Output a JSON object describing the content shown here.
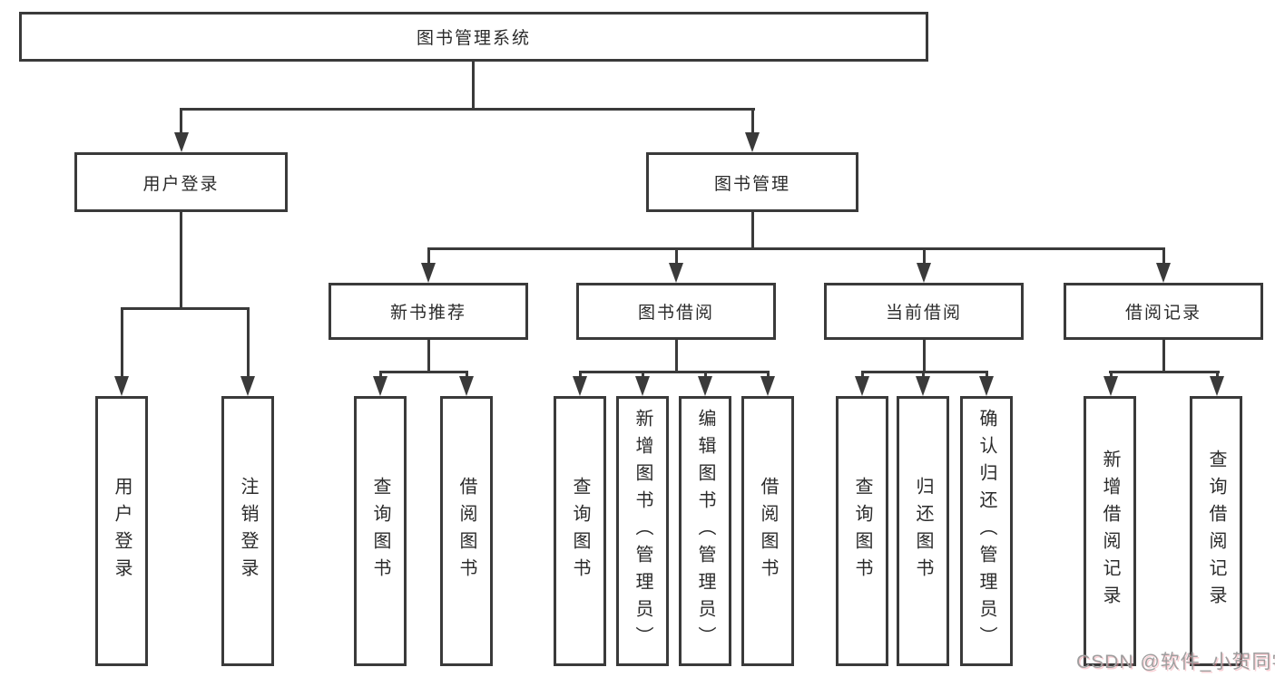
{
  "diagram": {
    "type": "hierarchy-tree",
    "nodes": {
      "root": {
        "label": "图书管理系统"
      },
      "level2": [
        {
          "label": "用户登录"
        },
        {
          "label": "图书管理"
        }
      ],
      "level3": [
        {
          "label": "新书推荐"
        },
        {
          "label": "图书借阅"
        },
        {
          "label": "当前借阅"
        },
        {
          "label": "借阅记录"
        }
      ],
      "level4": [
        {
          "label": "用户登录"
        },
        {
          "label": "注销登录"
        },
        {
          "label": "查询图书"
        },
        {
          "label": "借阅图书"
        },
        {
          "label": "查询图书"
        },
        {
          "label": "新增图书（管理员）"
        },
        {
          "label": "编辑图书（管理员）"
        },
        {
          "label": "借阅图书"
        },
        {
          "label": "查询图书"
        },
        {
          "label": "归还图书"
        },
        {
          "label": "确认归还（管理员）"
        },
        {
          "label": "新增借阅记录"
        },
        {
          "label": "查询借阅记录"
        }
      ]
    },
    "hierarchy": {
      "图书管理系统": [
        "用户登录",
        "图书管理"
      ],
      "用户登录": [
        "用户登录",
        "注销登录"
      ],
      "图书管理": [
        "新书推荐",
        "图书借阅",
        "当前借阅",
        "借阅记录"
      ],
      "新书推荐": [
        "查询图书",
        "借阅图书"
      ],
      "图书借阅": [
        "查询图书",
        "新增图书（管理员）",
        "编辑图书（管理员）",
        "借阅图书"
      ],
      "当前借阅": [
        "查询图书",
        "归还图书",
        "确认归还（管理员）"
      ],
      "借阅记录": [
        "新增借阅记录",
        "查询借阅记录"
      ]
    },
    "colors": {
      "stroke": "#3a3a3a",
      "text": "#2b2b2b",
      "background": "#ffffff"
    }
  },
  "watermark": {
    "text": "CSDN @软件_小贺同学",
    "color": "#9e9e9e"
  }
}
